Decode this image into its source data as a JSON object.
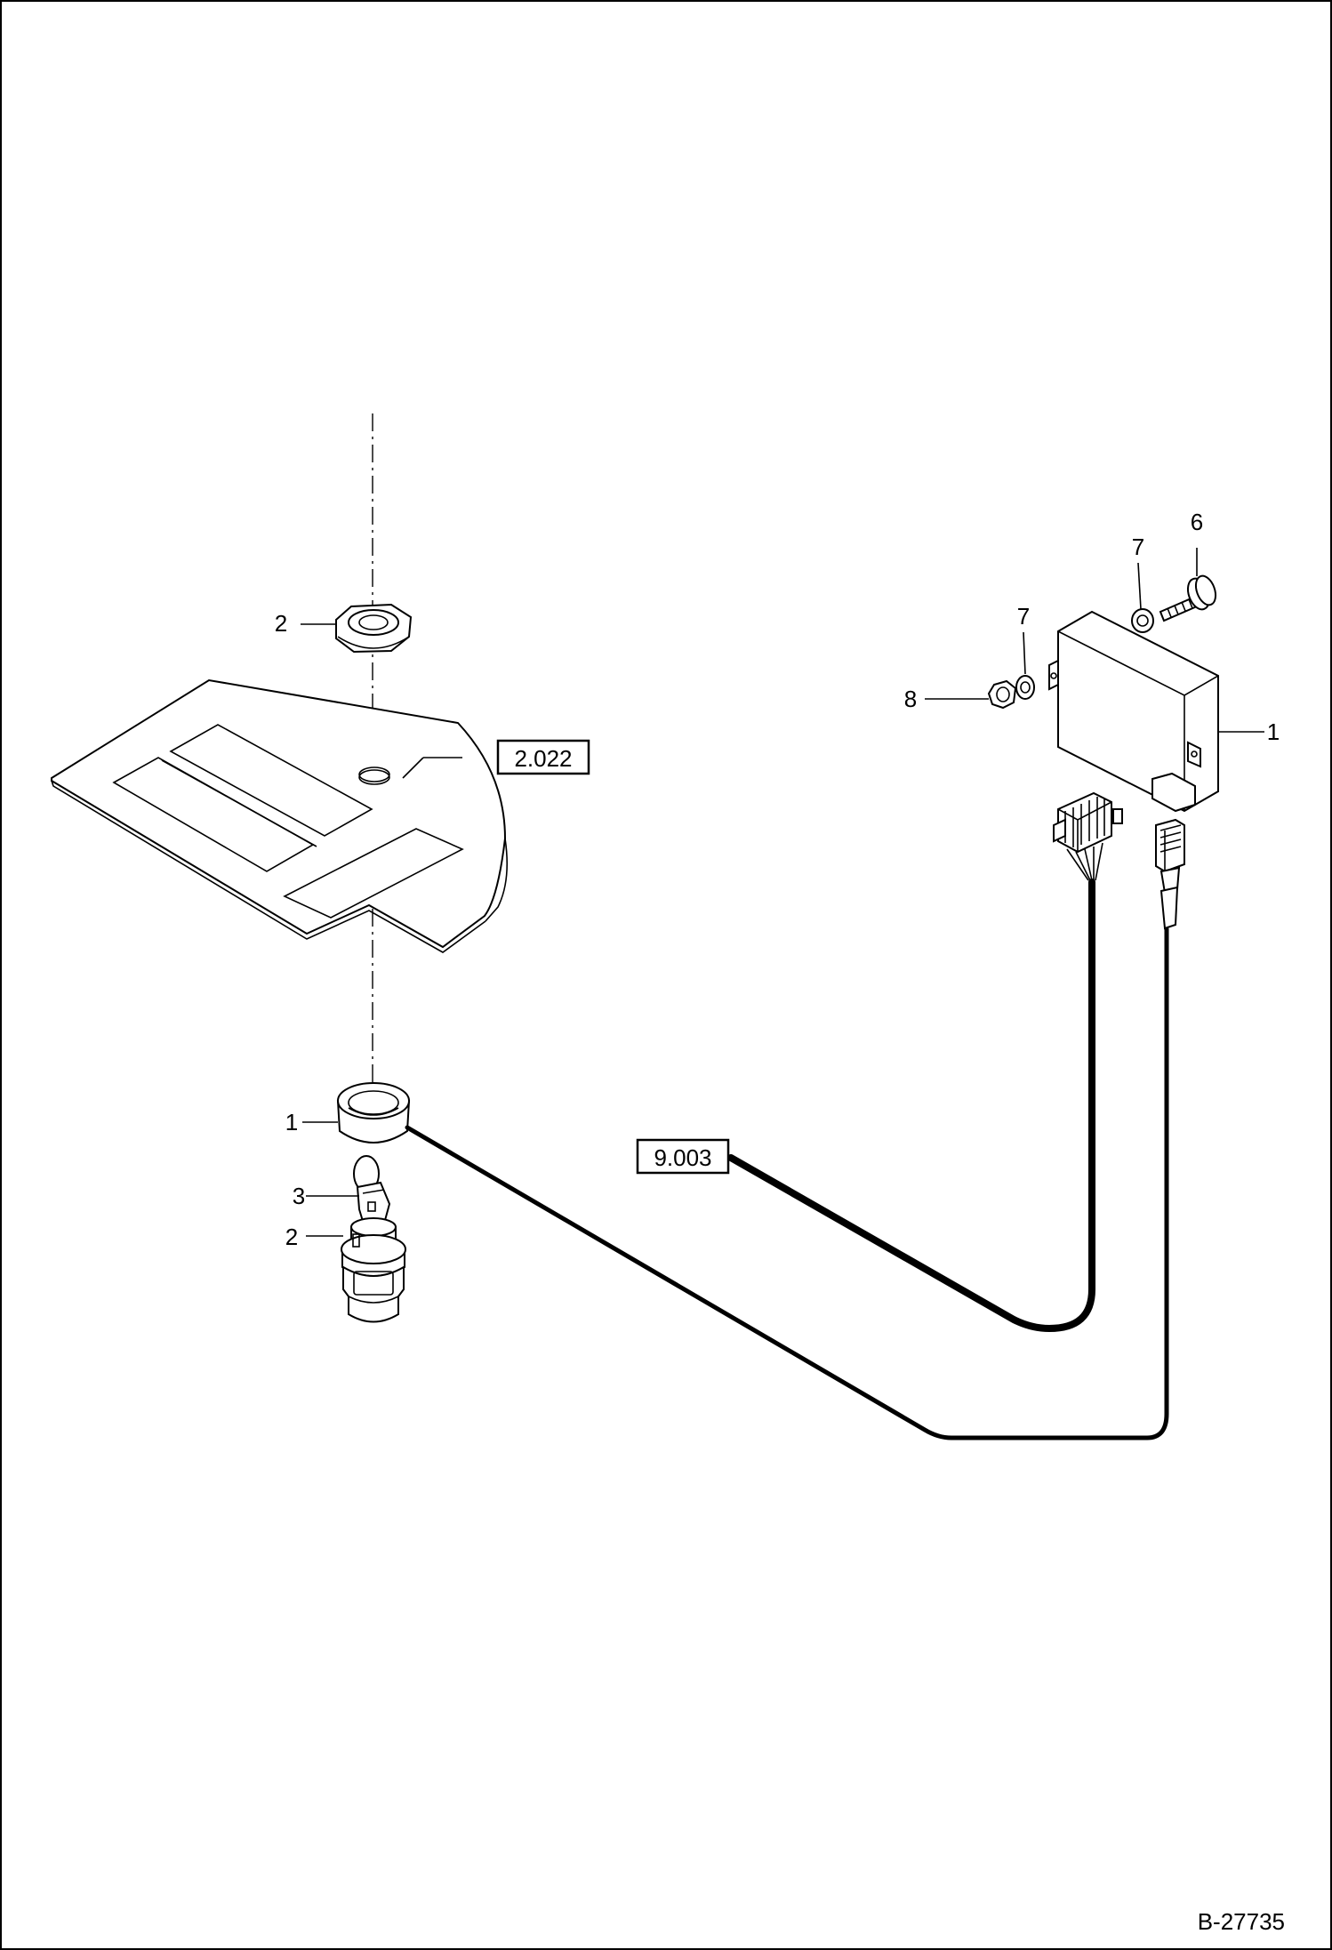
{
  "drawing_id": "B-27735",
  "reference_boxes": {
    "panel_ref": "2.022",
    "harness_ref": "9.003"
  },
  "callouts": {
    "nut_top": "2",
    "grommet": "1",
    "key": "3",
    "switch_body": "2",
    "screw": "6",
    "washer_top": "7",
    "washer_mid": "7",
    "nut_side": "8",
    "control_unit": "1"
  },
  "colors": {
    "line": "#000000",
    "background": "#ffffff"
  }
}
